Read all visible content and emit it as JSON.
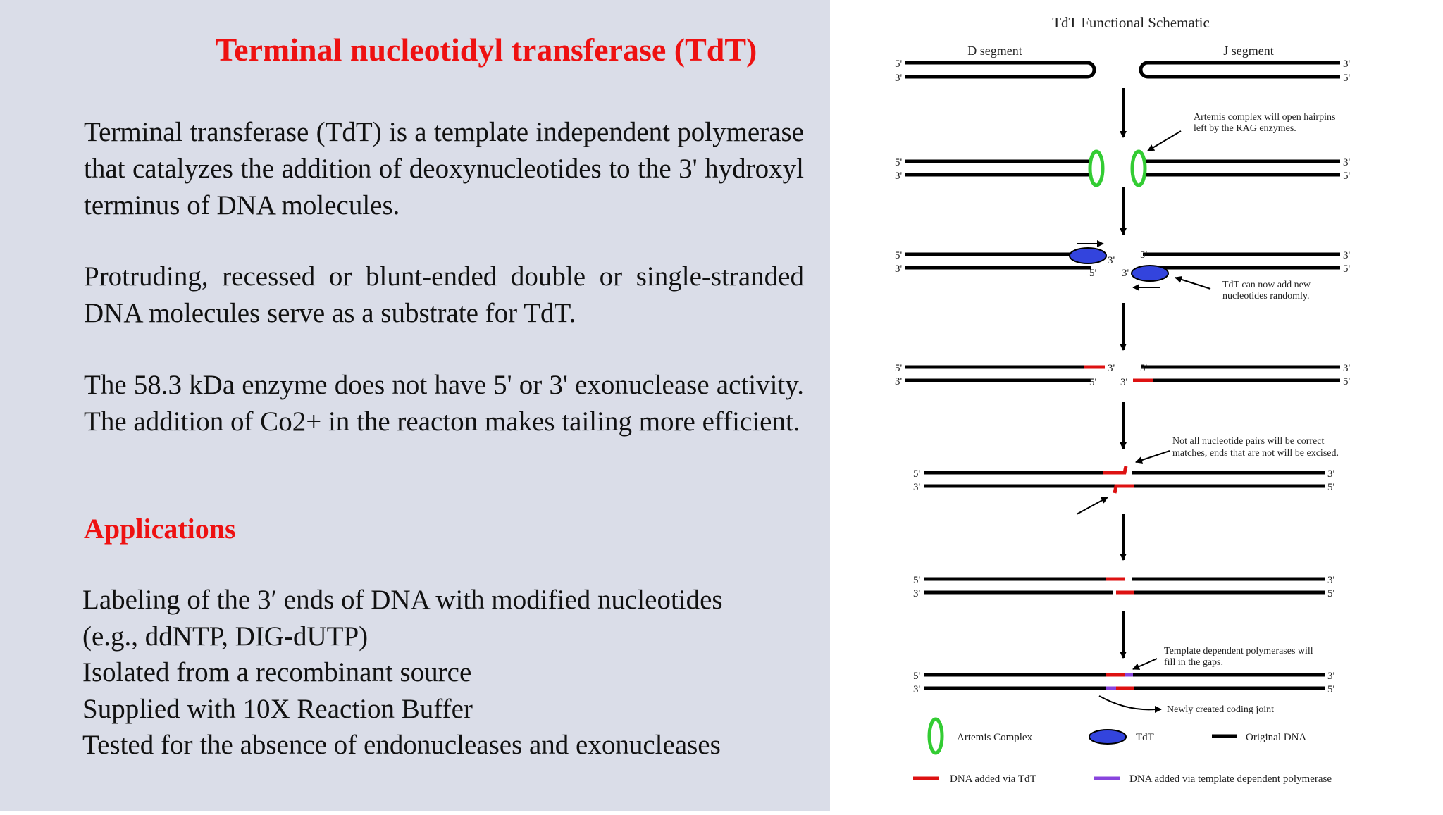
{
  "title": "Terminal nucleotidyl transferase (TdT)",
  "paragraphs": [
    "Terminal transferase (TdT) is a template independent polymerase that catalyzes the addition of deoxynucleotides to the 3' hydroxyl terminus of DNA molecules.",
    "Protruding, recessed or blunt-ended double or single-stranded DNA molecules serve as a substrate for TdT.",
    "The 58.3 kDa enzyme does not have 5' or 3' exonuclease activity. The addition of Co2+ in the reacton makes tailing more efficient."
  ],
  "applications_heading": "Applications",
  "applications": [
    "Labeling of the 3′ ends of DNA with modified nucleotides",
    "(e.g., ddNTP, DIG-dUTP)",
    "Isolated from a recombinant source",
    "Supplied with 10X Reaction Buffer",
    "Tested for the absence of endonucleases and exonucleases"
  ],
  "schematic": {
    "title": "TdT Functional Schematic",
    "d_segment": "D segment",
    "j_segment": "J segment",
    "end_5": "5'",
    "end_3": "3'",
    "note_artemis_1": "Artemis complex will open hairpins",
    "note_artemis_2": "left by the RAG enzymes.",
    "note_tdt_1": "TdT can now add new",
    "note_tdt_2": "nucleotides randomly.",
    "note_pairs_1": "Not all nucleotide pairs will be correct",
    "note_pairs_2": "matches, ends that are not will be excised.",
    "note_poly_1": "Template dependent polymerases will",
    "note_poly_2": "fill in the gaps.",
    "note_joint": "Newly created coding joint",
    "legend": {
      "artemis": "Artemis Complex",
      "tdt": "TdT",
      "original": "Original DNA",
      "added_tdt": "DNA added via TdT",
      "added_poly": "DNA added via template dependent polymerase"
    },
    "colors": {
      "dna": "#000000",
      "tdt_added": "#dd1111",
      "poly_added": "#8844dd",
      "artemis": "#33cc33",
      "tdt": "#3344dd"
    }
  }
}
